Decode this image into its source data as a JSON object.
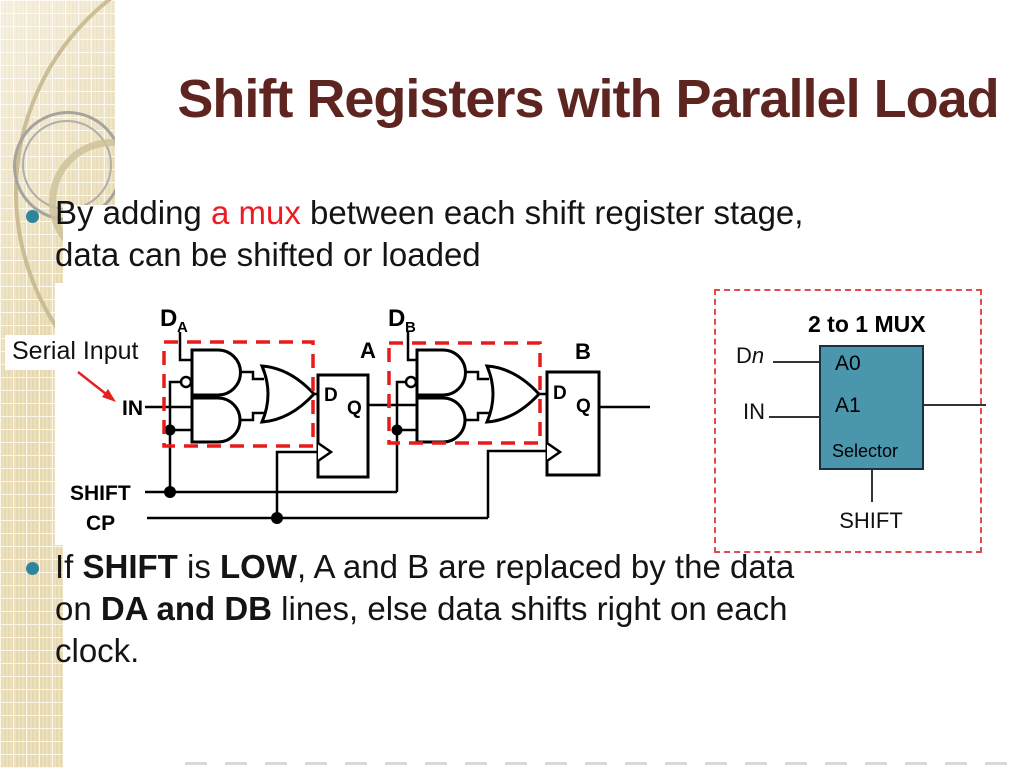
{
  "slide": {
    "title": "Shift Registers with Parallel Load",
    "bullets": {
      "b1_l1a": "By adding ",
      "b1_l1b": "a mux",
      "b1_l1c": " between each shift register stage,",
      "b1_l2": "data can be shifted or loaded",
      "b2_l1a": "If ",
      "b2_l1b": "SHIFT",
      "b2_l1c": " is ",
      "b2_l1d": "LOW",
      "b2_l1e": ", A and B are replaced by the data",
      "b2_l2a": "on ",
      "b2_l2b": "DA and DB",
      "b2_l2c": " lines, else data shifts right on each",
      "b2_l3": "clock."
    }
  },
  "circuit": {
    "serial_input": "Serial Input",
    "d": "D",
    "q": "Q",
    "sub_a": "A",
    "sub_b": "B",
    "a": "A",
    "b": "B",
    "in": "IN",
    "shift": "SHIFT",
    "cp": "CP"
  },
  "mux": {
    "title": "2 to 1 MUX",
    "in1_main": "D",
    "in1_sub": "n",
    "in2": "IN",
    "a0": "A0",
    "a1": "A1",
    "selector": "Selector",
    "shift": "SHIFT"
  },
  "colors": {
    "title_text": "#5E2420",
    "highlight_red": "#ED1C24",
    "bullet_teal": "#31859B",
    "mux_fill": "#4A96AD",
    "dashed_red": "#EA1A1A",
    "sidebar_beige": "#ECE0BD"
  }
}
